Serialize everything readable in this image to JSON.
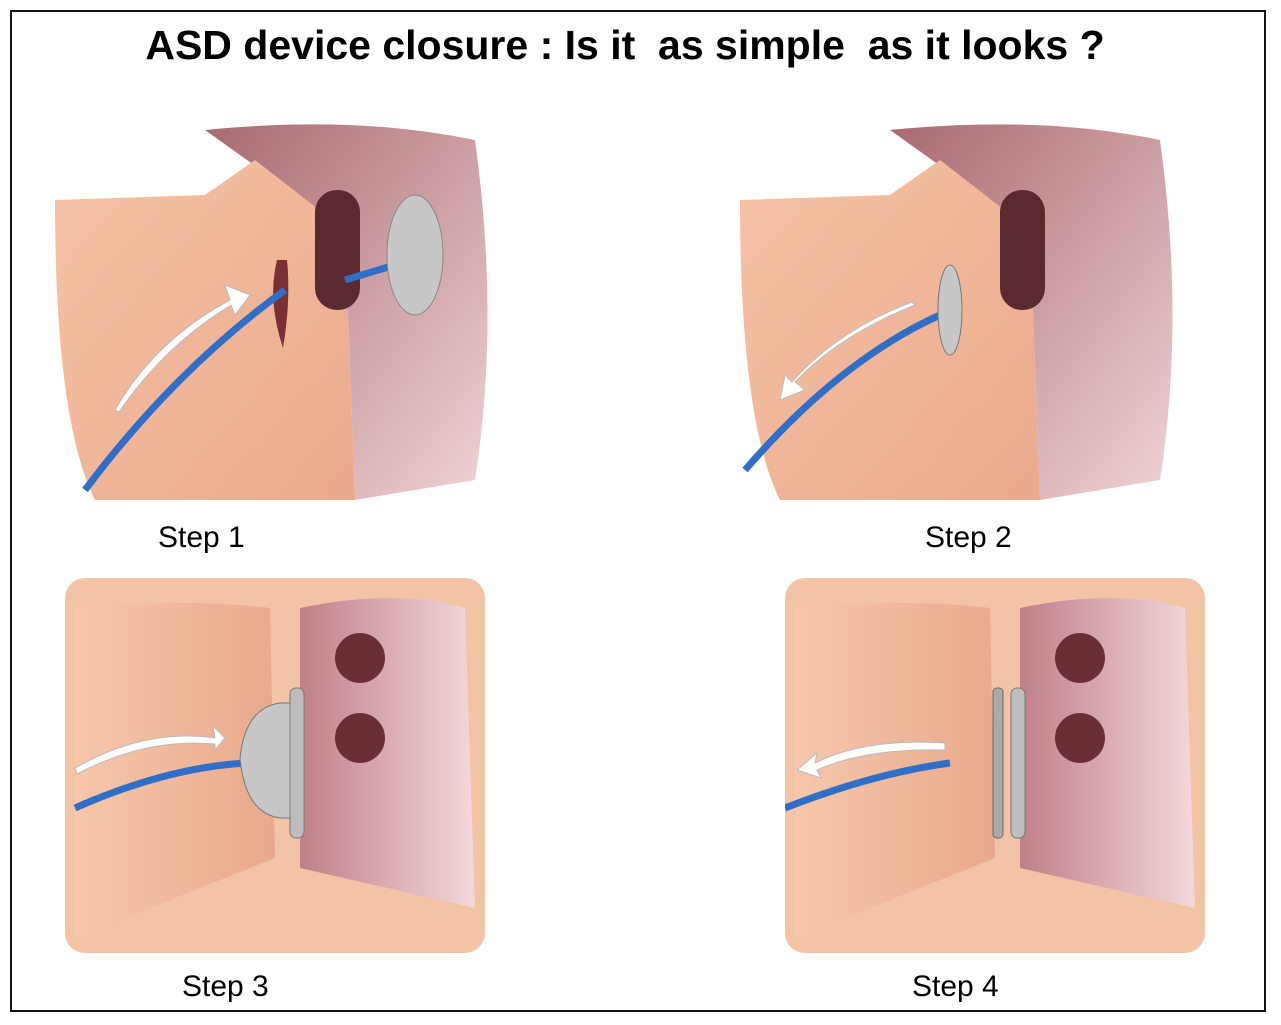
{
  "title": "ASD device closure : Is it  as simple  as it looks ?",
  "steps": [
    {
      "label": "Step 1"
    },
    {
      "label": "Step 2"
    },
    {
      "label": "Step 3"
    },
    {
      "label": "Step 4"
    }
  ],
  "colors": {
    "tissue": "#f2b99a",
    "chamber": "#c98f93",
    "catheter": "#2f6fc8",
    "device": "#b8b8b8"
  }
}
